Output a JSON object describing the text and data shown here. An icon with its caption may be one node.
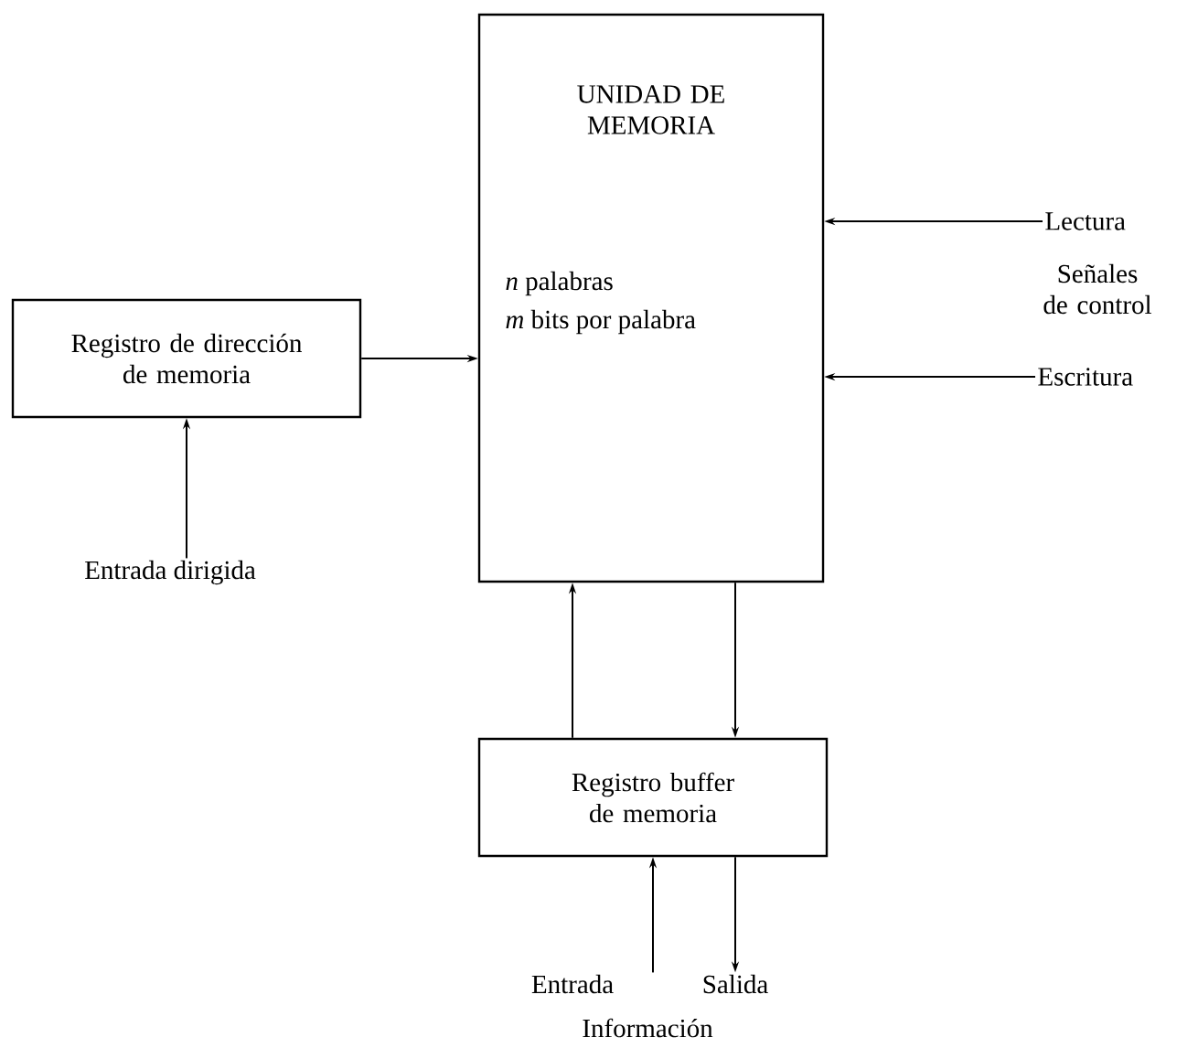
{
  "diagram": {
    "nodes": [
      {
        "text": [
          "UNIDAD DE MEMORIA",
          "*n* palabras",
          "*m* bits por palabra"
        ]
      },
      {
        "text": [
          "Registro de dirección de memoria"
        ]
      },
      {
        "text": [
          "Registro buffer de memoria"
        ]
      },
      {
        "text": [
          "Lectura"
        ]
      },
      {
        "text": [
          "Escritura"
        ]
      },
      {
        "text": [
          "Entrada dirigida"
        ]
      },
      {
        "text": [
          "Entrada"
        ]
      },
      {
        "text": [
          "Salida"
        ]
      }
    ],
    "edges": [
      {
        "from": 3,
        "to": 0,
        "arrow": "to"
      },
      {
        "from": 4,
        "to": 0,
        "arrow": "to"
      },
      {
        "from": 1,
        "to": 0,
        "arrow": "to"
      },
      {
        "from": 5,
        "to": 1,
        "arrow": "to"
      },
      {
        "from": 2,
        "to": 0,
        "arrow": "to"
      },
      {
        "from": 0,
        "to": 2,
        "arrow": "to"
      },
      {
        "from": 6,
        "to": 2,
        "arrow": "to"
      },
      {
        "from": 2,
        "to": 7,
        "arrow": "to"
      }
    ],
    "labels": [
      "Señales de control",
      "Información"
    ]
  }
}
